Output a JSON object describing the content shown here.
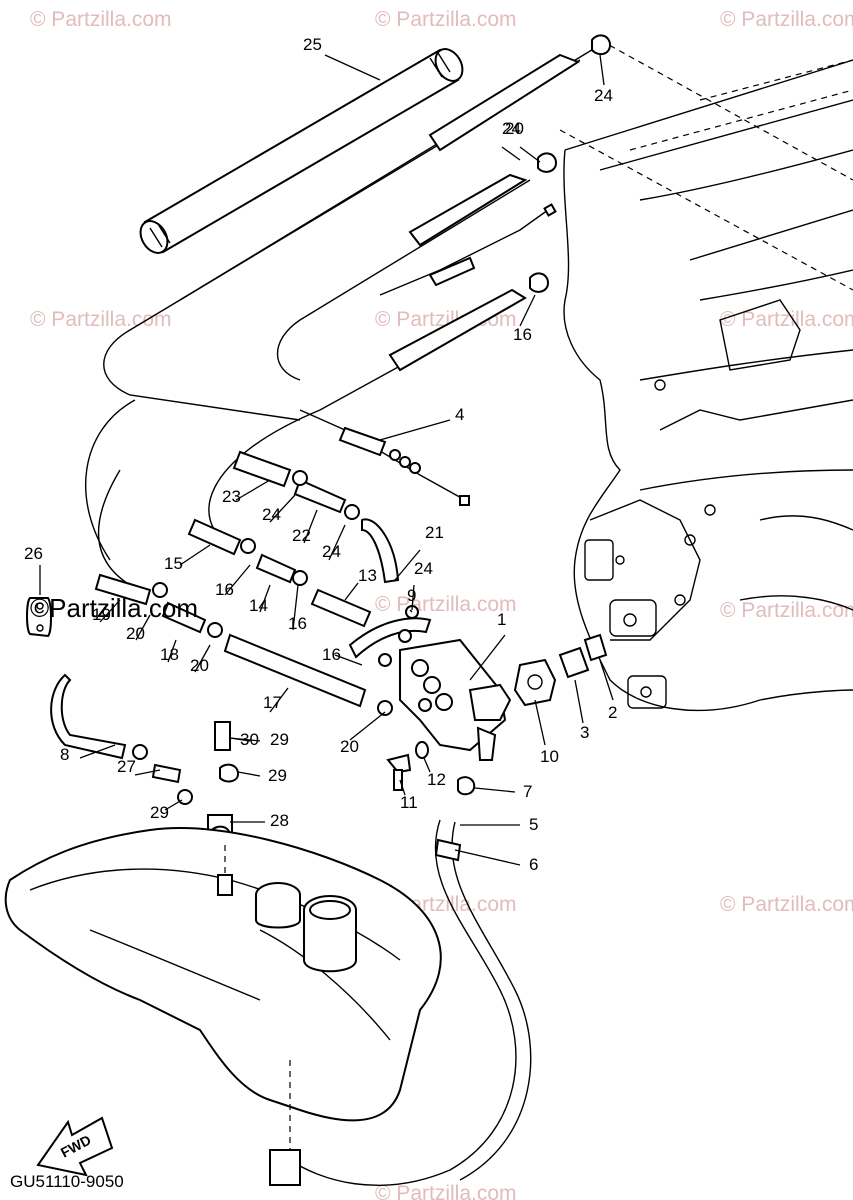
{
  "watermark": "© Partzilla.com",
  "watermark_strong": "©Partzilla.com",
  "diagram_code": "GU51110-9050",
  "direction_label": "FWD",
  "callouts": [
    "1",
    "2",
    "3",
    "4",
    "5",
    "6",
    "7",
    "8",
    "9",
    "10",
    "11",
    "12",
    "13",
    "14",
    "15",
    "16",
    "16",
    "16",
    "16",
    "17",
    "18",
    "19",
    "20",
    "20",
    "20",
    "20",
    "21",
    "22",
    "23",
    "24",
    "24",
    "24",
    "24",
    "24",
    "25",
    "26",
    "27",
    "28",
    "29",
    "29",
    "29",
    "30"
  ]
}
